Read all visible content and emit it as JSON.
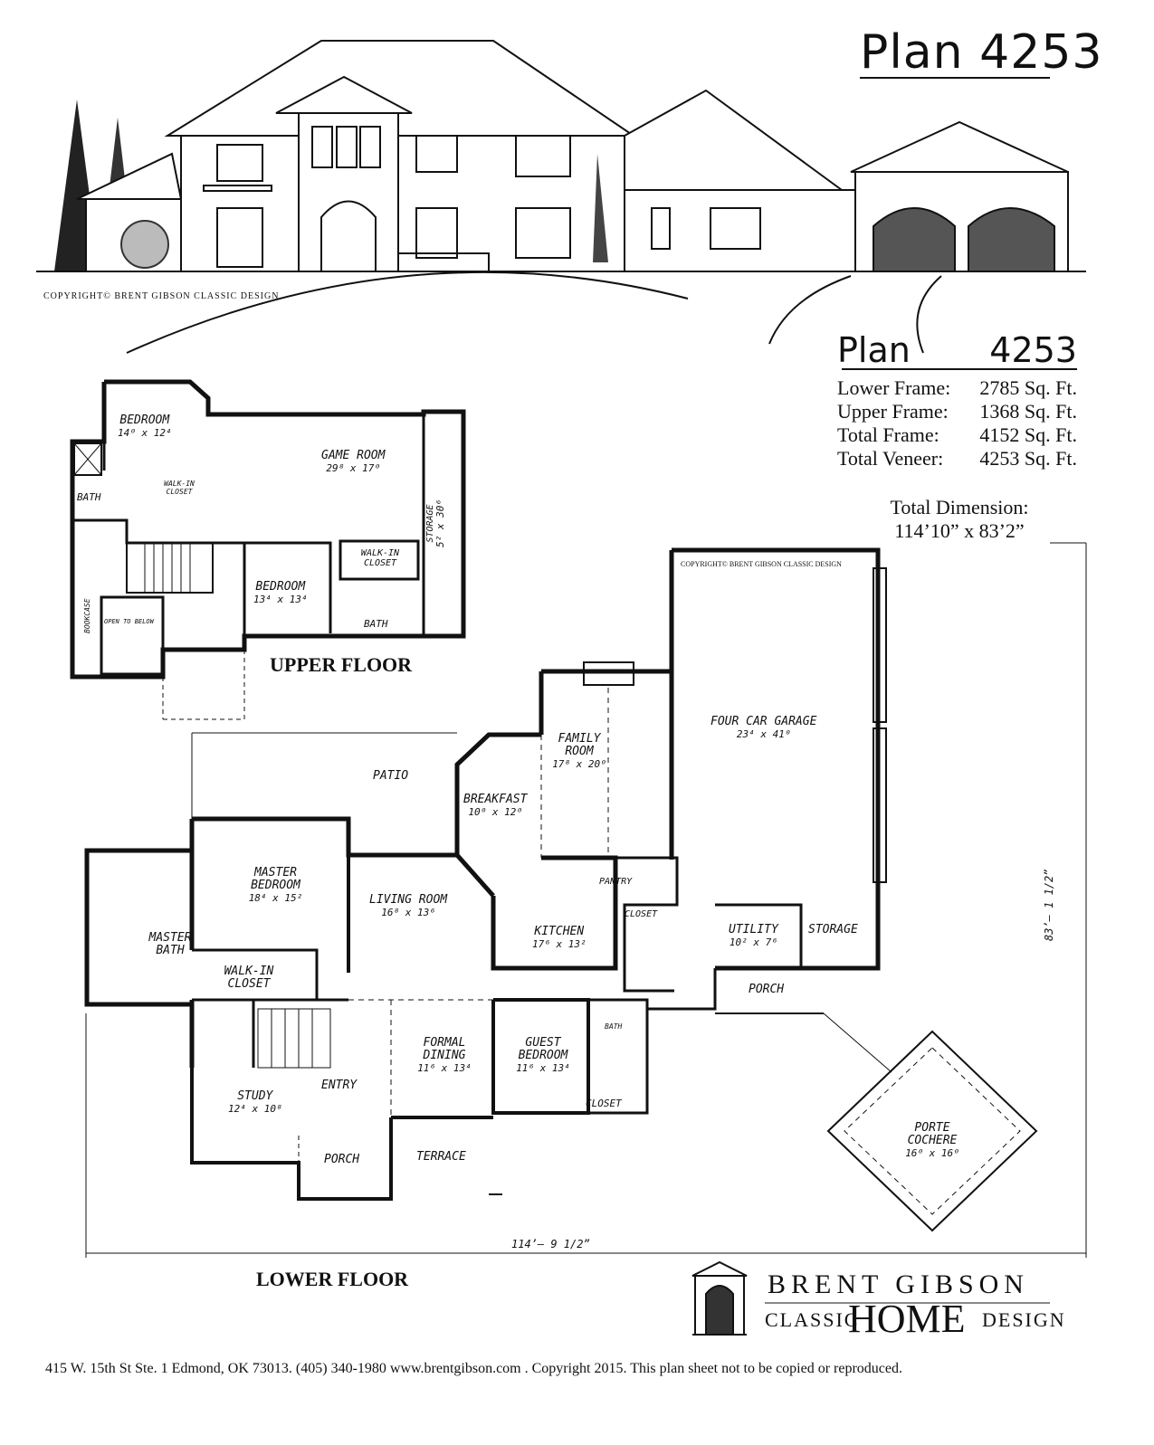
{
  "header": {
    "plan_title": "Plan 4253",
    "copyright_elevation": "COPYRIGHT© BRENT GIBSON CLASSIC DESIGN"
  },
  "summary": {
    "plan_word": "Plan",
    "plan_number": "4253",
    "rows": [
      {
        "label": "Lower Frame:",
        "value": "2785 Sq. Ft."
      },
      {
        "label": "Upper Frame:",
        "value": "1368 Sq. Ft."
      },
      {
        "label": "Total Frame:",
        "value": "4152 Sq. Ft."
      },
      {
        "label": "Total Veneer:",
        "value": "4253 Sq. Ft."
      }
    ],
    "total_dimension_label": "Total Dimension:",
    "total_dimension_value": "114’10” x 83’2”"
  },
  "upper_floor": {
    "label": "UPPER FLOOR",
    "rooms": {
      "bedroom1": {
        "name": "BEDROOM",
        "dim": "14⁰ x 12⁴"
      },
      "game_room": {
        "name": "GAME ROOM",
        "dim": "29⁸ x 17⁰"
      },
      "walkin_small": {
        "name": "WALK-IN CLOSET"
      },
      "bath1": {
        "name": "BATH"
      },
      "storage": {
        "name": "STORAGE",
        "dim": "5² x 30⁶"
      },
      "walkin2": {
        "name": "WALK-IN CLOSET"
      },
      "bedroom2": {
        "name": "BEDROOM",
        "dim": "13⁴ x 13⁴"
      },
      "bath2": {
        "name": "BATH"
      },
      "bookcase": {
        "name": "BOOKCASE"
      },
      "open_below": {
        "name": "OPEN TO BELOW"
      }
    }
  },
  "lower_floor": {
    "label": "LOWER FLOOR",
    "copyright": "COPYRIGHT© BRENT GIBSON CLASSIC DESIGN",
    "rooms": {
      "patio": {
        "name": "PATIO"
      },
      "family": {
        "name": "FAMILY ROOM",
        "dim": "17⁸ x 20⁰"
      },
      "breakfast": {
        "name": "BREAKFAST",
        "dim": "10⁰ x 12⁰"
      },
      "garage": {
        "name": "FOUR CAR GARAGE",
        "dim": "23⁴ x 41⁰"
      },
      "master_bed": {
        "name": "MASTER BEDROOM",
        "dim": "18⁴ x 15²"
      },
      "living": {
        "name": "LIVING ROOM",
        "dim": "16⁸ x 13⁶"
      },
      "pantry": {
        "name": "PANTRY"
      },
      "kitchen": {
        "name": "KITCHEN",
        "dim": "17⁶ x 13²"
      },
      "closet_k": {
        "name": "CLOSET"
      },
      "utility": {
        "name": "UTILITY",
        "dim": "10² x 7⁶"
      },
      "storage": {
        "name": "STORAGE"
      },
      "master_bath": {
        "name": "MASTER BATH"
      },
      "walkin": {
        "name": "WALK-IN CLOSET"
      },
      "porch_side": {
        "name": "PORCH"
      },
      "formal_dining": {
        "name": "FORMAL DINING",
        "dim": "11⁶ x 13⁴"
      },
      "guest_bed": {
        "name": "GUEST BEDROOM",
        "dim": "11⁶ x 13⁴"
      },
      "bath": {
        "name": "BATH"
      },
      "closet_g": {
        "name": "CLOSET"
      },
      "study": {
        "name": "STUDY",
        "dim": "12⁴ x 10⁸"
      },
      "entry": {
        "name": "ENTRY"
      },
      "porch_front": {
        "name": "PORCH"
      },
      "terrace": {
        "name": "TERRACE"
      },
      "porte_cochere": {
        "name": "PORTE COCHERE",
        "dim": "16⁰ x 16⁰"
      }
    },
    "dim_width": "114’– 9 1/2”",
    "dim_depth": "83’– 1 1/2”"
  },
  "logo": {
    "line1": "BRENT GIBSON",
    "classic": "CLASSIC",
    "home": "HOME",
    "design": "DESIGN"
  },
  "footer": "415 W. 15th St Ste. 1 Edmond, OK 73013. (405) 340-1980 www.brentgibson.com . Copyright 2015. This plan sheet not to be copied or reproduced."
}
